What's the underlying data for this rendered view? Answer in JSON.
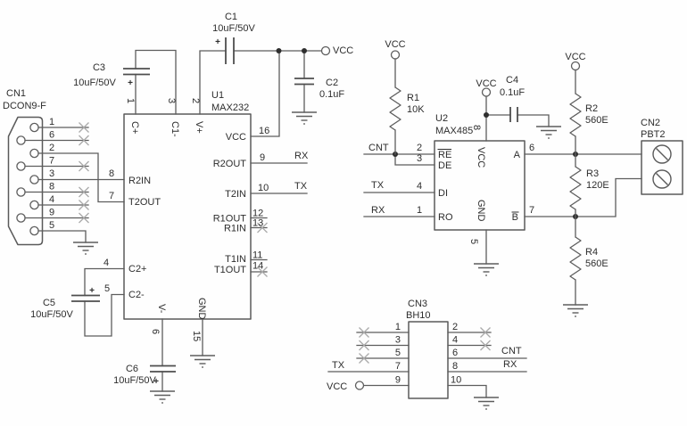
{
  "power_net": "VCC",
  "plus": "+",
  "nets": {
    "rx": "RX",
    "tx": "TX",
    "cnt": "CNT"
  },
  "cn1": {
    "ref": "CN1",
    "part": "DCON9-F",
    "pin_numbers": [
      "1",
      "6",
      "2",
      "7",
      "3",
      "8",
      "4",
      "9",
      "5"
    ]
  },
  "u1": {
    "ref": "U1",
    "part": "MAX232",
    "top": [
      {
        "num": "1",
        "name": "C+"
      },
      {
        "num": "3",
        "name": "C1-"
      },
      {
        "num": "2",
        "name": "V+"
      }
    ],
    "left": [
      {
        "num": "8",
        "name": "R2IN"
      },
      {
        "num": "7",
        "name": "T2OUT"
      },
      {
        "num": "4",
        "name": "C2+"
      },
      {
        "num": "5",
        "name": "C2-"
      }
    ],
    "right": [
      {
        "num": "16",
        "name": "VCC"
      },
      {
        "num": "9",
        "name": "R2OUT"
      },
      {
        "num": "10",
        "name": "T2IN"
      },
      {
        "num": "12",
        "name": "R1OUT"
      },
      {
        "num": "13",
        "name": "R1IN"
      },
      {
        "num": "11",
        "name": "T1IN"
      },
      {
        "num": "14",
        "name": "T1OUT"
      }
    ],
    "bottom": [
      {
        "num": "6",
        "name": "V-"
      },
      {
        "num": "15",
        "name": "GND"
      }
    ]
  },
  "u2": {
    "ref": "U2",
    "part": "MAX485",
    "left": [
      {
        "num": "2",
        "name": "RE"
      },
      {
        "num": "3",
        "name": "DE"
      },
      {
        "num": "4",
        "name": "DI"
      },
      {
        "num": "1",
        "name": "RO"
      }
    ],
    "right": [
      {
        "num": "6",
        "name": "A"
      },
      {
        "num": "7",
        "name": "B"
      }
    ],
    "top": {
      "num": "8",
      "name": "VCC"
    },
    "bottom": {
      "num": "5",
      "name": "GND"
    }
  },
  "cn2": {
    "ref": "CN2",
    "part": "PBT2"
  },
  "cn3": {
    "ref": "CN3",
    "part": "BH10",
    "left_pins": [
      "1",
      "3",
      "5",
      "7",
      "9"
    ],
    "right_pins": [
      "2",
      "4",
      "6",
      "8",
      "10"
    ]
  },
  "capacitors": {
    "c1": {
      "ref": "C1",
      "value": "10uF/50V"
    },
    "c2": {
      "ref": "C2",
      "value": "0.1uF"
    },
    "c3": {
      "ref": "C3",
      "value": "10uF/50V"
    },
    "c4": {
      "ref": "C4",
      "value": "0.1uF"
    },
    "c5": {
      "ref": "C5",
      "value": "10uF/50V"
    },
    "c6": {
      "ref": "C6",
      "value": "10uF/50V"
    }
  },
  "resistors": {
    "r1": {
      "ref": "R1",
      "value": "10K"
    },
    "r2": {
      "ref": "R2",
      "value": "560E"
    },
    "r3": {
      "ref": "R3",
      "value": "120E"
    },
    "r4": {
      "ref": "R4",
      "value": "560E"
    }
  }
}
